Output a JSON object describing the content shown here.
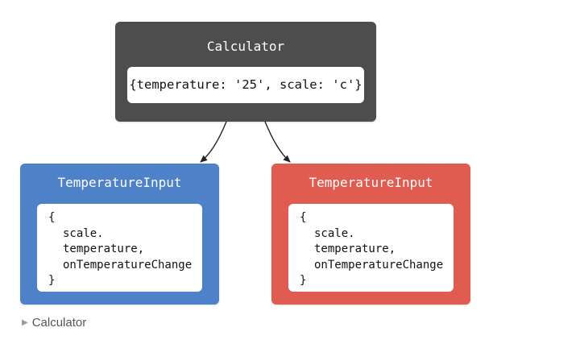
{
  "colors": {
    "calculator": "#4d4d4d",
    "input_celsius": "#4d82c9",
    "input_fahrenheit": "#e05c51",
    "arrow": "#222222"
  },
  "calculator": {
    "title": "Calculator",
    "state": "{temperature: '25', scale: 'c'}"
  },
  "inputs": [
    {
      "title": "TemperatureInput",
      "props": [
        "{",
        "scale.",
        "temperature,",
        "onTemperatureChange",
        "}"
      ]
    },
    {
      "title": "TemperatureInput",
      "props": [
        "{",
        "scale.",
        "temperature,",
        "onTemperatureChange",
        "}"
      ]
    }
  ],
  "tree_toggle": {
    "icon": "caret-right-icon",
    "label": "Calculator"
  }
}
